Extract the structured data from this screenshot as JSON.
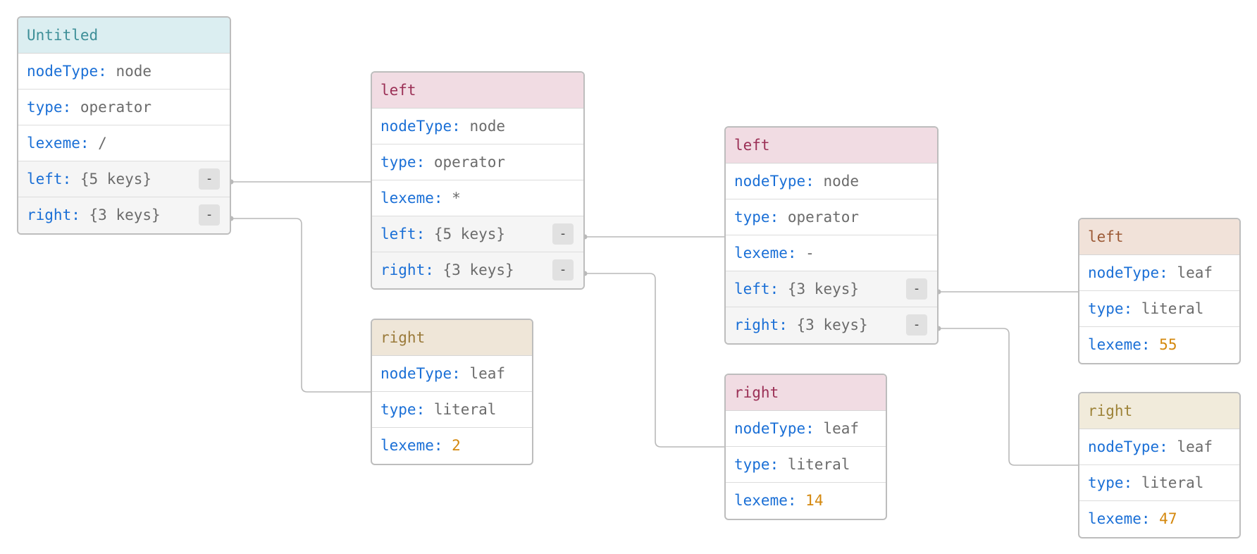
{
  "colors": {
    "key": "#1a6fd6",
    "value": "#6b6b6b",
    "number": "#d4880e",
    "edge": "#b9b9b9",
    "border": "#bdbdbd"
  },
  "toggle_label": "-",
  "nodes": {
    "root": {
      "title": "Untitled",
      "rows": [
        {
          "key": "nodeType:",
          "value": "node"
        },
        {
          "key": "type:",
          "value": "operator"
        },
        {
          "key": "lexeme:",
          "value": "/"
        },
        {
          "key": "left:",
          "value": "{5 keys}"
        },
        {
          "key": "right:",
          "value": "{3 keys}"
        }
      ]
    },
    "mul": {
      "title": "left",
      "rows": [
        {
          "key": "nodeType:",
          "value": "node"
        },
        {
          "key": "type:",
          "value": "operator"
        },
        {
          "key": "lexeme:",
          "value": "*"
        },
        {
          "key": "left:",
          "value": "{5 keys}"
        },
        {
          "key": "right:",
          "value": "{3 keys}"
        }
      ]
    },
    "two": {
      "title": "right",
      "rows": [
        {
          "key": "nodeType:",
          "value": "leaf"
        },
        {
          "key": "type:",
          "value": "literal"
        },
        {
          "key": "lexeme:",
          "value": "2"
        }
      ]
    },
    "sub": {
      "title": "left",
      "rows": [
        {
          "key": "nodeType:",
          "value": "node"
        },
        {
          "key": "type:",
          "value": "operator"
        },
        {
          "key": "lexeme:",
          "value": "-"
        },
        {
          "key": "left:",
          "value": "{3 keys}"
        },
        {
          "key": "right:",
          "value": "{3 keys}"
        }
      ]
    },
    "fourteen": {
      "title": "right",
      "rows": [
        {
          "key": "nodeType:",
          "value": "leaf"
        },
        {
          "key": "type:",
          "value": "literal"
        },
        {
          "key": "lexeme:",
          "value": "14"
        }
      ]
    },
    "fiftyfive": {
      "title": "left",
      "rows": [
        {
          "key": "nodeType:",
          "value": "leaf"
        },
        {
          "key": "type:",
          "value": "literal"
        },
        {
          "key": "lexeme:",
          "value": "55"
        }
      ]
    },
    "fortyseven": {
      "title": "right",
      "rows": [
        {
          "key": "nodeType:",
          "value": "leaf"
        },
        {
          "key": "type:",
          "value": "literal"
        },
        {
          "key": "lexeme:",
          "value": "47"
        }
      ]
    }
  }
}
